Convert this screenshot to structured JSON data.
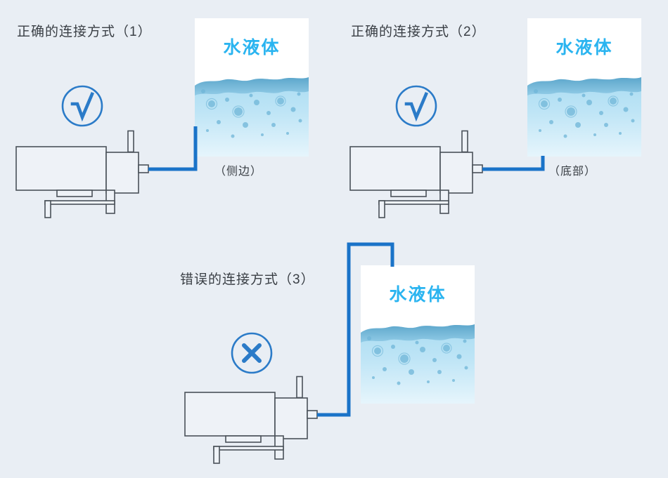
{
  "page": {
    "background_color": "#e9eef4",
    "outline_color": "#4a5159",
    "pipe_color": "#1a73c8",
    "mark_color": "#2b7bc8",
    "water_label_color": "#2ab4f0"
  },
  "panels": [
    {
      "id": "panel-1",
      "title": "正确的连接方式（1）",
      "mark": "check-mark",
      "mark_glyph": "√",
      "tank_label": "水液体",
      "caption": "（侧边）",
      "connection": "side"
    },
    {
      "id": "panel-2",
      "title": "正确的连接方式（2）",
      "mark": "check-mark",
      "mark_glyph": "√",
      "tank_label": "水液体",
      "caption": "（底部）",
      "connection": "bottom"
    },
    {
      "id": "panel-3",
      "title": "错误的连接方式（3）",
      "mark": "cross-mark",
      "mark_glyph": "✕",
      "tank_label": "水液体",
      "caption": "",
      "connection": "top"
    }
  ]
}
